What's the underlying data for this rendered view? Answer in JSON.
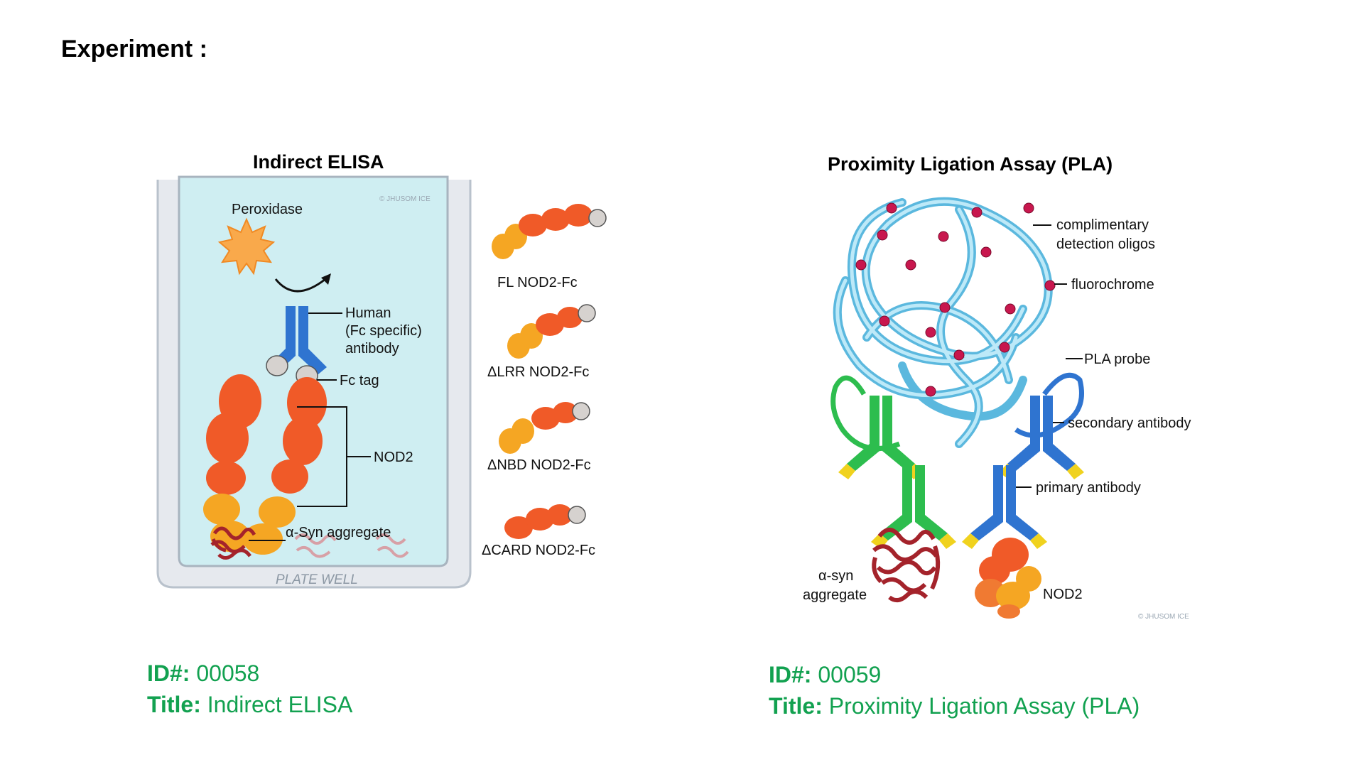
{
  "page": {
    "heading": "Experiment :"
  },
  "left": {
    "title": "Indirect ELISA",
    "labels": {
      "peroxidase": "Peroxidase",
      "antibody_1": "Human",
      "antibody_2": "(Fc specific)",
      "antibody_3": "antibody",
      "fc_tag": "Fc tag",
      "nod2": "NOD2",
      "asyn": "α-Syn aggregate",
      "well": "PLATE WELL",
      "watermark": "© JHUSOM ICE"
    },
    "constructs": [
      "FL NOD2-Fc",
      "ΔLRR NOD2-Fc",
      "ΔNBD NOD2-Fc",
      "ΔCARD NOD2-Fc"
    ],
    "id_label": "ID#:",
    "id_value": "00058",
    "title_label": "Title:",
    "title_value": "Indirect ELISA"
  },
  "right": {
    "title": "Proximity Ligation Assay (PLA)",
    "labels": {
      "oligos_1": "complimentary",
      "oligos_2": "detection oligos",
      "fluoro": "fluorochrome",
      "probe": "PLA probe",
      "secondary": "secondary antibody",
      "primary": "primary antibody",
      "asyn_1": "α-syn",
      "asyn_2": "aggregate",
      "nod2": "NOD2",
      "watermark": "© JHUSOM ICE"
    },
    "id_label": "ID#:",
    "id_value": "00059",
    "title_label": "Title:",
    "title_value": "Proximity Ligation Assay (PLA)"
  },
  "colors": {
    "accent_green": "#12a150",
    "well_fill": "#cfeef2",
    "antibody_blue": "#2f74d0",
    "nod2_orange": "#f05a28",
    "nod2_yellow": "#f5a623",
    "oligo_blue": "#8fd3ee",
    "fluoro_red": "#c8174e"
  }
}
